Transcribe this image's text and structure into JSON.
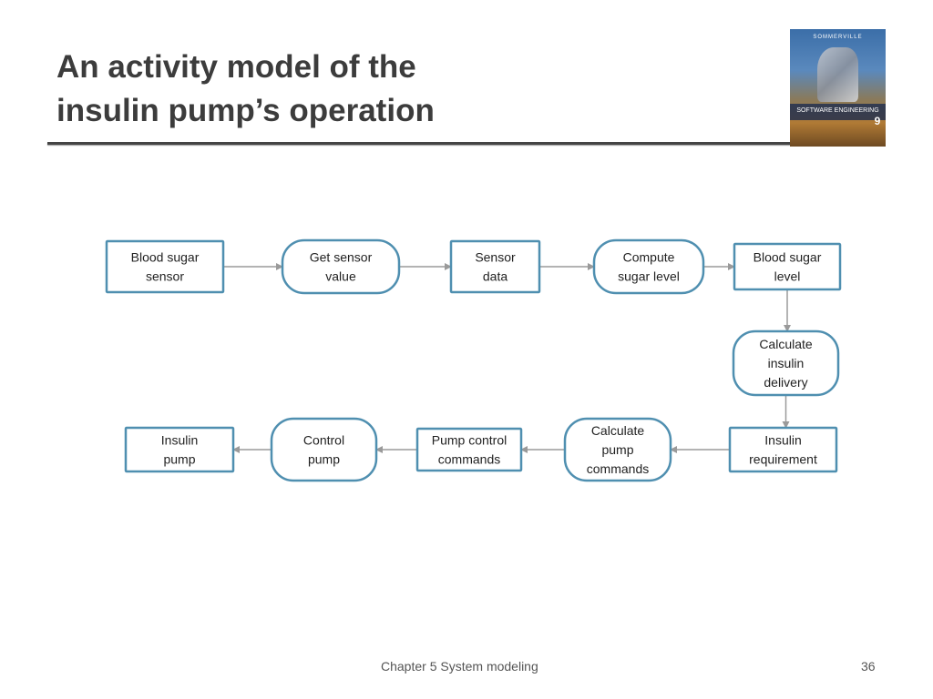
{
  "slide": {
    "title_lines": [
      "An activity model of the",
      "insulin pump’s operation"
    ],
    "footer_chapter": "Chapter 5 System modeling",
    "page_number": "36"
  },
  "cover": {
    "brand": "SOMMERVILLE",
    "name": "SOFTWARE ENGINEERING",
    "edition": "9"
  },
  "diagram": {
    "nodes": [
      {
        "id": "blood-sugar-sensor",
        "kind": "object",
        "lines": [
          "Blood sugar",
          "sensor"
        ]
      },
      {
        "id": "get-sensor-value",
        "kind": "activity",
        "lines": [
          "Get sensor",
          "value"
        ]
      },
      {
        "id": "sensor-data",
        "kind": "object",
        "lines": [
          "Sensor",
          "data"
        ]
      },
      {
        "id": "compute-sugar-level",
        "kind": "activity",
        "lines": [
          "Compute",
          "sugar level"
        ]
      },
      {
        "id": "blood-sugar-level",
        "kind": "object",
        "lines": [
          "Blood sugar",
          "level"
        ]
      },
      {
        "id": "calculate-insulin-delivery",
        "kind": "activity",
        "lines": [
          "Calculate",
          "insulin",
          "delivery"
        ]
      },
      {
        "id": "insulin-requirement",
        "kind": "object",
        "lines": [
          "Insulin",
          "requirement"
        ]
      },
      {
        "id": "calculate-pump-commands",
        "kind": "activity",
        "lines": [
          "Calculate",
          "pump",
          "commands"
        ]
      },
      {
        "id": "pump-control-commands",
        "kind": "object",
        "lines": [
          "Pump control",
          "commands"
        ]
      },
      {
        "id": "control-pump",
        "kind": "activity",
        "lines": [
          "Control",
          "pump"
        ]
      },
      {
        "id": "insulin-pump",
        "kind": "object",
        "lines": [
          "Insulin",
          "pump"
        ]
      }
    ],
    "edges": [
      [
        "blood-sugar-sensor",
        "get-sensor-value"
      ],
      [
        "get-sensor-value",
        "sensor-data"
      ],
      [
        "sensor-data",
        "compute-sugar-level"
      ],
      [
        "compute-sugar-level",
        "blood-sugar-level"
      ],
      [
        "blood-sugar-level",
        "calculate-insulin-delivery"
      ],
      [
        "calculate-insulin-delivery",
        "insulin-requirement"
      ],
      [
        "insulin-requirement",
        "calculate-pump-commands"
      ],
      [
        "calculate-pump-commands",
        "pump-control-commands"
      ],
      [
        "pump-control-commands",
        "control-pump"
      ],
      [
        "control-pump",
        "insulin-pump"
      ]
    ],
    "colors": {
      "outline": "#4f8fb0",
      "arrow": "#9a9a9a"
    }
  }
}
